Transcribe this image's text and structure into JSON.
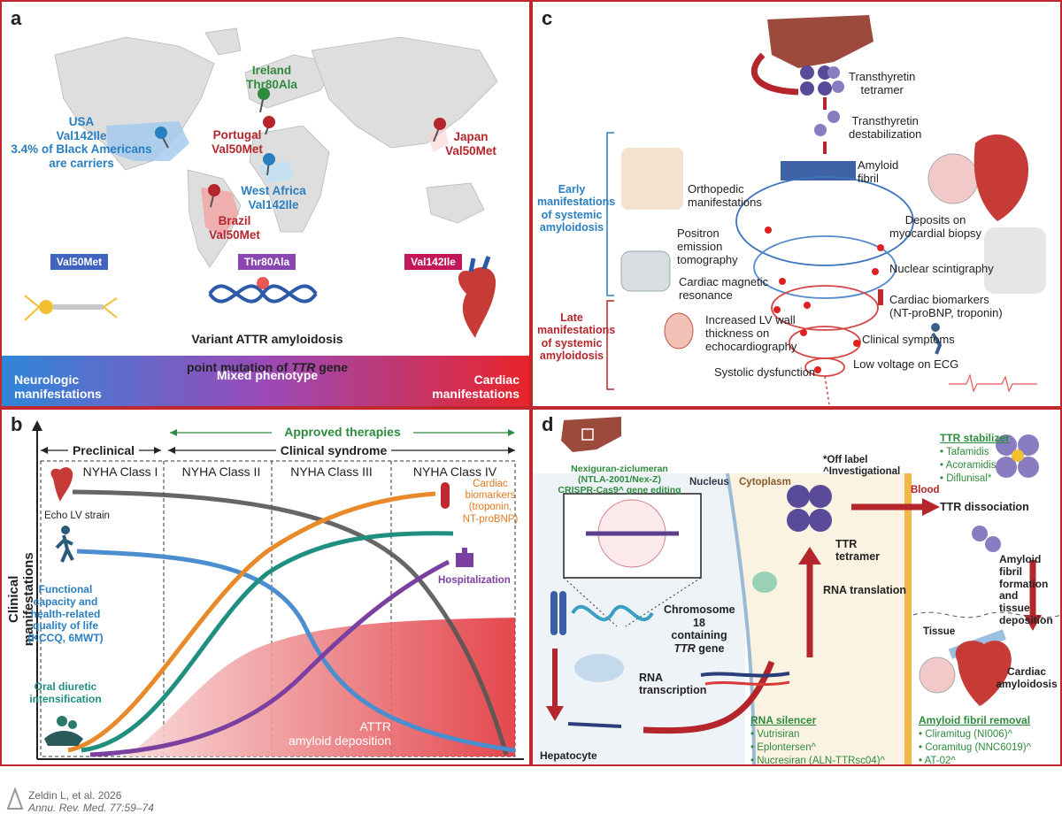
{
  "panel_a": {
    "label": "a",
    "pins": [
      {
        "text": "Ireland\nThr80Ala",
        "color": "#2e8b3e"
      },
      {
        "text": "USA\nVal142Ile\n3.4% of Black Americans\nare carriers",
        "color": "#2a7fc0"
      },
      {
        "text": "Portugal\nVal50Met",
        "color": "#b5262c"
      },
      {
        "text": "Japan\nVal50Met",
        "color": "#b5262c"
      },
      {
        "text": "West Africa\nVal142Ile",
        "color": "#2a7fc0"
      },
      {
        "text": "Brazil\nVal50Met",
        "color": "#b5262c"
      }
    ],
    "variant_tags": [
      "Val50Met",
      "Thr80Ala",
      "Val142Ile"
    ],
    "dna_caption_1": "Variant ATTR amyloidosis",
    "dna_caption_2": "point mutation of ",
    "dna_caption_gene": "TTR",
    "dna_caption_3": " gene",
    "phenotype_left": "Neurologic\nmanifestations",
    "phenotype_mid": "Mixed phenotype",
    "phenotype_right": "Cardiac\nmanifestations"
  },
  "panel_b": {
    "label": "b",
    "y_axis_title": "Clinical manifestations",
    "approved": "Approved therapies",
    "preclinical": "Preclinical",
    "clinical": "Clinical syndrome",
    "classes": [
      "NYHA Class I",
      "NYHA Class II",
      "NYHA Class III",
      "NYHA Class IV"
    ],
    "echo": "Echo LV strain",
    "functional": "Functional\ncapacity and\nhealth-related\nquality of life\n(KCCQ, 6MWT)",
    "diuretic": "Oral diuretic\nintensification",
    "biomarkers": "Cardiac\nbiomarkers\n(troponin,\nNT-proBNP)",
    "hospital": "Hospitalization",
    "deposition": "ATTR\namyloid deposition"
  },
  "panel_c": {
    "label": "c",
    "tetramer": "Transthyretin\ntetramer",
    "destab": "Transthyretin\ndestabilization",
    "fibril": "Amyloid\nfibril",
    "early": "Early\nmanifestations\nof systemic\namyloidosis",
    "late": "Late\nmanifestations\nof systemic\namyloidosis",
    "ortho": "Orthopedic\nmanifestations",
    "pet": "Positron\nemission\ntomography",
    "cmr": "Cardiac magnetic\nresonance",
    "lvwall": "Increased LV wall\nthickness on\nechocardiography",
    "systolic": "Systolic dysfunction",
    "biopsy": "Deposits on\nmyocardial biopsy",
    "scint": "Nuclear scintigraphy",
    "cbiomark": "Cardiac biomarkers\n(NT-proBNP, troponin)",
    "symptoms": "Clinical symptoms",
    "ecg": "Low voltage on ECG"
  },
  "panel_d": {
    "label": "d",
    "offlabel": "*Off label",
    "invest": "^Investigational",
    "nexiguran": "Nexiguran-ziclumeran\n(NTLA-2001/Nex-Z)\nCRISPR-Cas9^ gene editing",
    "nucleus": "Nucleus",
    "cytoplasm": "Cytoplasm",
    "blood": "Blood",
    "tissue": "Tissue",
    "chromosome_1": "Chromosome 18\ncontaining",
    "chromosome_gene": "TTR",
    "chromosome_2": " gene",
    "rna_transcription": "RNA\ntranscription",
    "rna_translation": "RNA translation",
    "ttr_tetramer": "TTR\ntetramer",
    "ttr_dissociation": "TTR dissociation",
    "stabilizer_title": "TTR stabilizer",
    "stabilizers": [
      "• Tafamidis",
      "• Acoramidis",
      "• Diflunisal*"
    ],
    "fibril_formation": "Amyloid fibril\nformation and\ntissue deposition",
    "cardiac_amyloidosis": "Cardiac\namyloidosis",
    "silencer_title": "RNA silencer",
    "silencers": [
      "• Vutrisiran",
      "• Eplontersen^",
      "• Nucresiran (ALN-TTRsc04)^"
    ],
    "removal_title": "Amyloid fibril removal",
    "removals": [
      "• Cliramitug (NI006)^",
      "• Coramitug (NNC6019)^",
      "• AT-02^"
    ],
    "hepatocyte": "Hepatocyte"
  },
  "credit": {
    "line1": "Zeldin L, et al. 2026",
    "line2": "Annu. Rev. Med. 77:59–74"
  },
  "colors": {
    "frame": "#c0282d",
    "blue": "#2a7fc0",
    "red": "#b5262c",
    "green": "#2e8b3e",
    "orange": "#e07a1f",
    "purple": "#7b3fa0",
    "teal": "#1f8f7f"
  }
}
